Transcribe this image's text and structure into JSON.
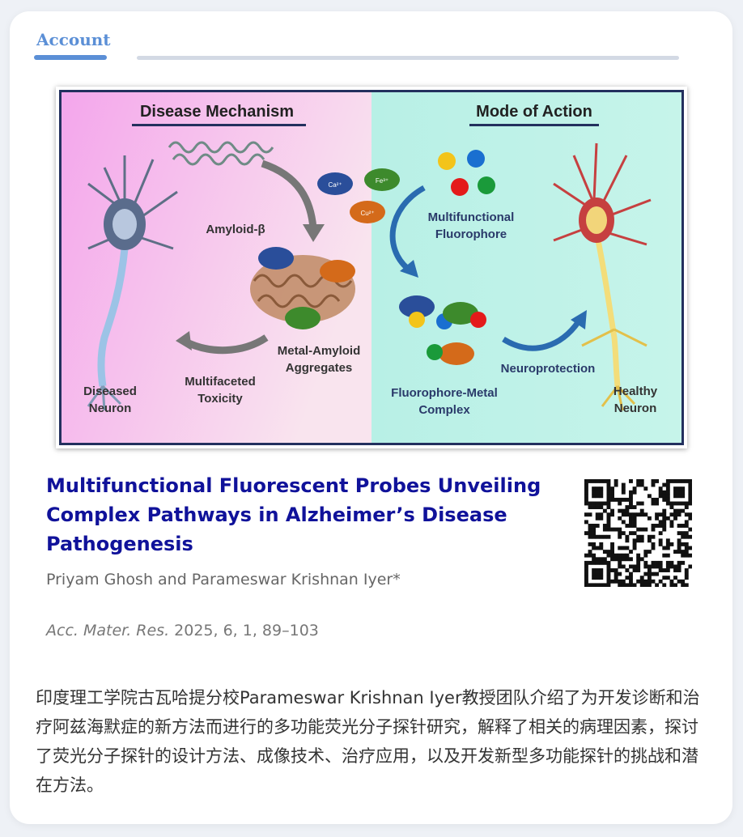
{
  "header": {
    "tab_label": "Account"
  },
  "figure": {
    "left_heading": "Disease Mechanism",
    "right_heading": "Mode of Action",
    "labels": {
      "amyloid": "Amyloid-β",
      "metal_amyloid_1": "Metal-Amyloid",
      "metal_amyloid_2": "Aggregates",
      "multifaceted_1": "Multifaceted",
      "multifaceted_2": "Toxicity",
      "diseased_1": "Diseased",
      "diseased_2": "Neuron",
      "fluorophore_1": "Multifunctional",
      "fluorophore_2": "Fluorophore",
      "complex_1": "Fluorophore-Metal",
      "complex_2": "Complex",
      "neuroprotection": "Neuroprotection",
      "healthy_1": "Healthy",
      "healthy_2": "Neuron"
    },
    "ions": {
      "ca": "Ca²⁺",
      "fe": "Fe³⁺",
      "cu": "Cu²⁺"
    }
  },
  "article": {
    "title": "Multifunctional Fluorescent Probes Unveiling Complex Pathways in Alzheimer’s Disease Pathogenesis",
    "authors": "Priyam Ghosh and Parameswar Krishnan Iyer*",
    "journal": "Acc. Mater. Res.",
    "citation_rest": " 2025, 6, 1, 89–103"
  },
  "summary": "印度理工学院古瓦哈提分校Parameswar Krishnan Iyer教授团队介绍了为开发诊断和治疗阿兹海默症的新方法而进行的多功能荧光分子探针研究，解释了相关的病理因素，探讨了荧光分子探针的设计方法、成像技术、治疗应用，以及开发新型多功能探针的挑战和潜在方法。"
}
